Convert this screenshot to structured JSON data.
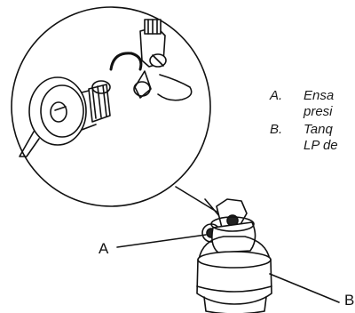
{
  "legend": [
    {
      "letter": "A.",
      "line1": "Ensa",
      "line2": "presi"
    },
    {
      "letter": "B.",
      "line1": "Tanq",
      "line2": "LP de"
    }
  ],
  "callouts": {
    "a": "A",
    "b": "B"
  },
  "icons": [
    "regulator-icon",
    "propane-tank-icon",
    "valve-icon",
    "hose-clip-icon"
  ]
}
